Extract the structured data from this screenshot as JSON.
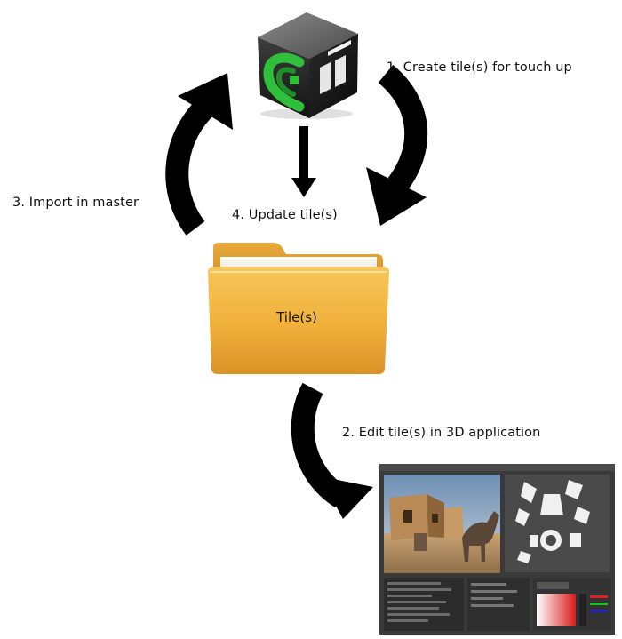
{
  "labels": {
    "step1": "1. Create tile(s) for touch up",
    "step2": "2. Edit tile(s) in 3D application",
    "step3": "3. Import in master",
    "step4": "4. Update tile(s)"
  },
  "folder": {
    "label": "Tile(s)"
  },
  "icons": {
    "app": "application-cube-icon",
    "folder": "folder-icon",
    "screenshot": "3d-application-screenshot"
  },
  "colors": {
    "arrow": "#000000",
    "folder": "#f2b43c",
    "folder_dark": "#d6952a",
    "app_ui_bg": "#3a3a3a",
    "cube_accent": "#2fbf3a"
  }
}
